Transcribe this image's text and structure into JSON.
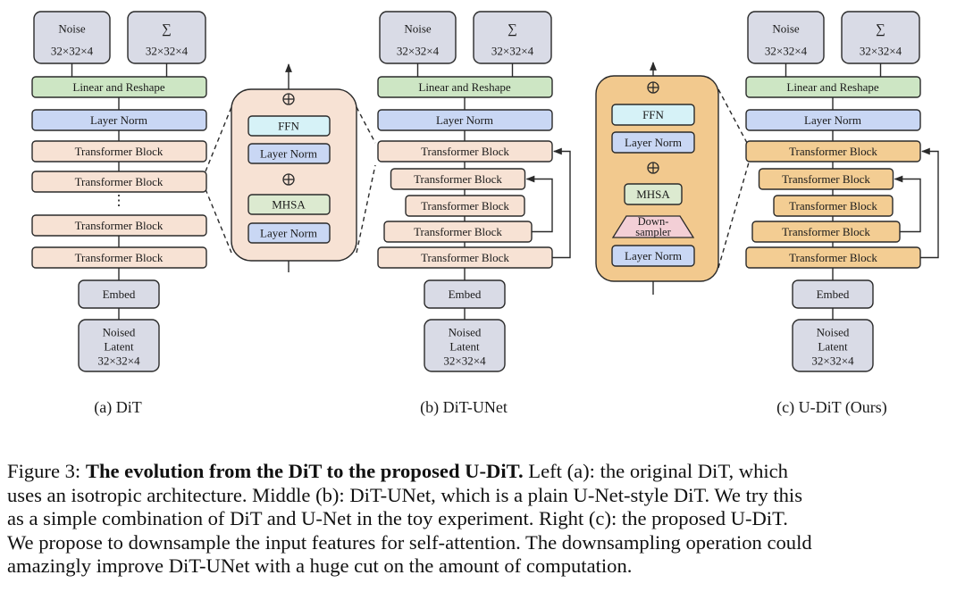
{
  "figure": {
    "colors": {
      "io_box": "#d9dbe6",
      "linear_reshape": "#cde6c4",
      "layer_norm": "#c9d7f4",
      "transformer_block_light": "#f7e2d4",
      "transformer_block_orange": "#f3cd93",
      "inset_light_bg": "#f7e2d4",
      "inset_orange_bg": "#f2c98e",
      "ffn": "#d6f2f7",
      "mhsa": "#dcead0",
      "downsampler": "#f3cfd6",
      "stroke": "#2a2a2a"
    },
    "panels": [
      {
        "id": "a",
        "caption": "(a) DiT",
        "noise_label": "Noise",
        "noise_dim": "32×32×4",
        "sigma_label": "∑",
        "sigma_dim": "32×32×4",
        "linear_reshape": "Linear and Reshape",
        "layer_norm": "Layer Norm",
        "blocks": [
          "Transformer Block",
          "Transformer Block",
          "Transformer Block",
          "Transformer Block"
        ],
        "ellipsis": "⋮",
        "embed": "Embed",
        "noised_latent": [
          "Noised",
          "Latent",
          "32×32×4"
        ]
      },
      {
        "id": "b",
        "caption": "(b) DiT-UNet",
        "noise_label": "Noise",
        "noise_dim": "32×32×4",
        "sigma_label": "∑",
        "sigma_dim": "32×32×4",
        "linear_reshape": "Linear and Reshape",
        "layer_norm": "Layer Norm",
        "blocks": [
          "Transformer Block",
          "Transformer Block",
          "Transformer Block",
          "Transformer Block",
          "Transformer Block"
        ],
        "embed": "Embed",
        "noised_latent": [
          "Noised",
          "Latent",
          "32×32×4"
        ]
      },
      {
        "id": "c",
        "caption": "(c) U-DiT (Ours)",
        "noise_label": "Noise",
        "noise_dim": "32×32×4",
        "sigma_label": "∑",
        "sigma_dim": "32×32×4",
        "linear_reshape": "Linear and Reshape",
        "layer_norm": "Layer Norm",
        "blocks": [
          "Transformer Block",
          "Transformer Block",
          "Transformer Block",
          "Transformer Block",
          "Transformer Block"
        ],
        "embed": "Embed",
        "noised_latent": [
          "Noised",
          "Latent",
          "32×32×4"
        ]
      }
    ],
    "inset_dit_block": {
      "ffn": "FFN",
      "layer_norm_top": "Layer Norm",
      "mhsa": "MHSA",
      "layer_norm_bottom": "Layer Norm",
      "residual_symbol": "⊕"
    },
    "inset_udit_block": {
      "ffn": "FFN",
      "layer_norm_top": "Layer Norm",
      "mhsa": "MHSA",
      "downsampler": [
        "Down-",
        "sampler"
      ],
      "layer_norm_bottom": "Layer Norm",
      "residual_symbol": "⊕"
    }
  },
  "caption": {
    "label": "Figure 3:",
    "title": "The evolution from the DiT to the proposed U-DiT.",
    "lines": [
      " Left (a): the original DiT, which",
      "uses an isotropic architecture. Middle (b): DiT-UNet, which is a plain U-Net-style DiT. We try this",
      "as a simple combination of DiT and U-Net in the toy experiment. Right (c): the proposed U-DiT.",
      "We propose to downsample the input features for self-attention. The downsampling operation could",
      "amazingly improve DiT-UNet with a huge cut on the amount of computation."
    ]
  }
}
